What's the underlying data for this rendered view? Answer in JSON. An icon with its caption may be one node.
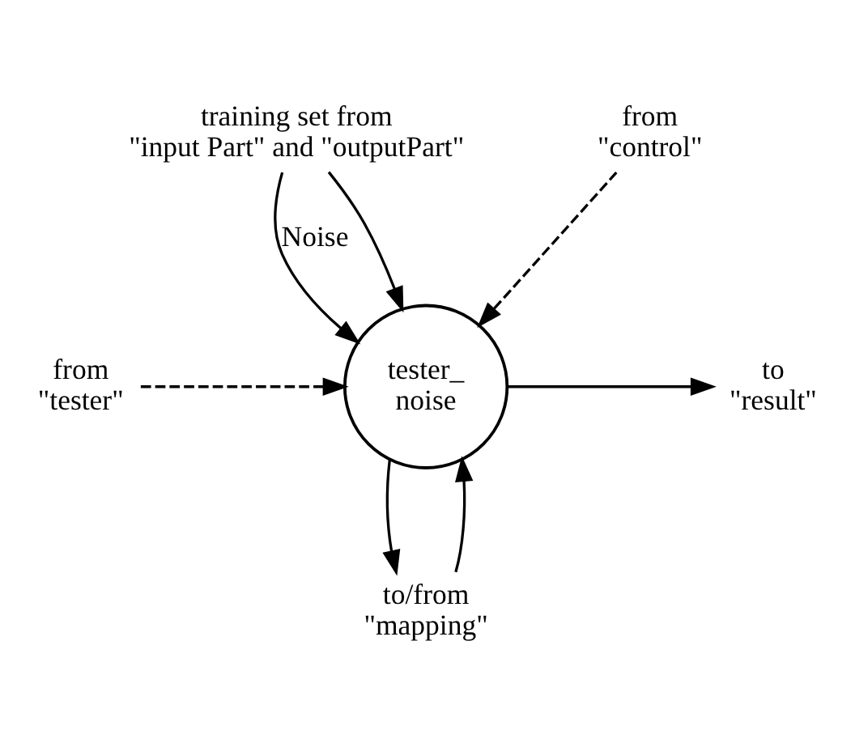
{
  "diagram": {
    "nodes": [
      {
        "text": [
          "training set from \"input Part\" and \"outputPart\""
        ]
      },
      {
        "text": [
          "from \"tester\""
        ]
      },
      {
        "text": [
          "tester_ noise"
        ]
      },
      {
        "text": [
          "to \"result\""
        ]
      },
      {
        "text": [
          "from \"control\""
        ]
      },
      {
        "text": [
          "to/from \"mapping\""
        ]
      }
    ],
    "edges": [
      {
        "from": 0,
        "to": 2,
        "arrow": "to",
        "label": "Noise"
      },
      {
        "from": 0,
        "to": 2,
        "arrow": "to"
      },
      {
        "from": 1,
        "to": 2,
        "arrow": "to",
        "style": "dashed"
      },
      {
        "from": 2,
        "to": 3,
        "arrow": "to"
      },
      {
        "from": 4,
        "to": 2,
        "arrow": "to",
        "style": "dashed"
      },
      {
        "from": 2,
        "to": 5,
        "arrow": "to"
      },
      {
        "from": 5,
        "to": 2,
        "arrow": "to"
      }
    ]
  }
}
